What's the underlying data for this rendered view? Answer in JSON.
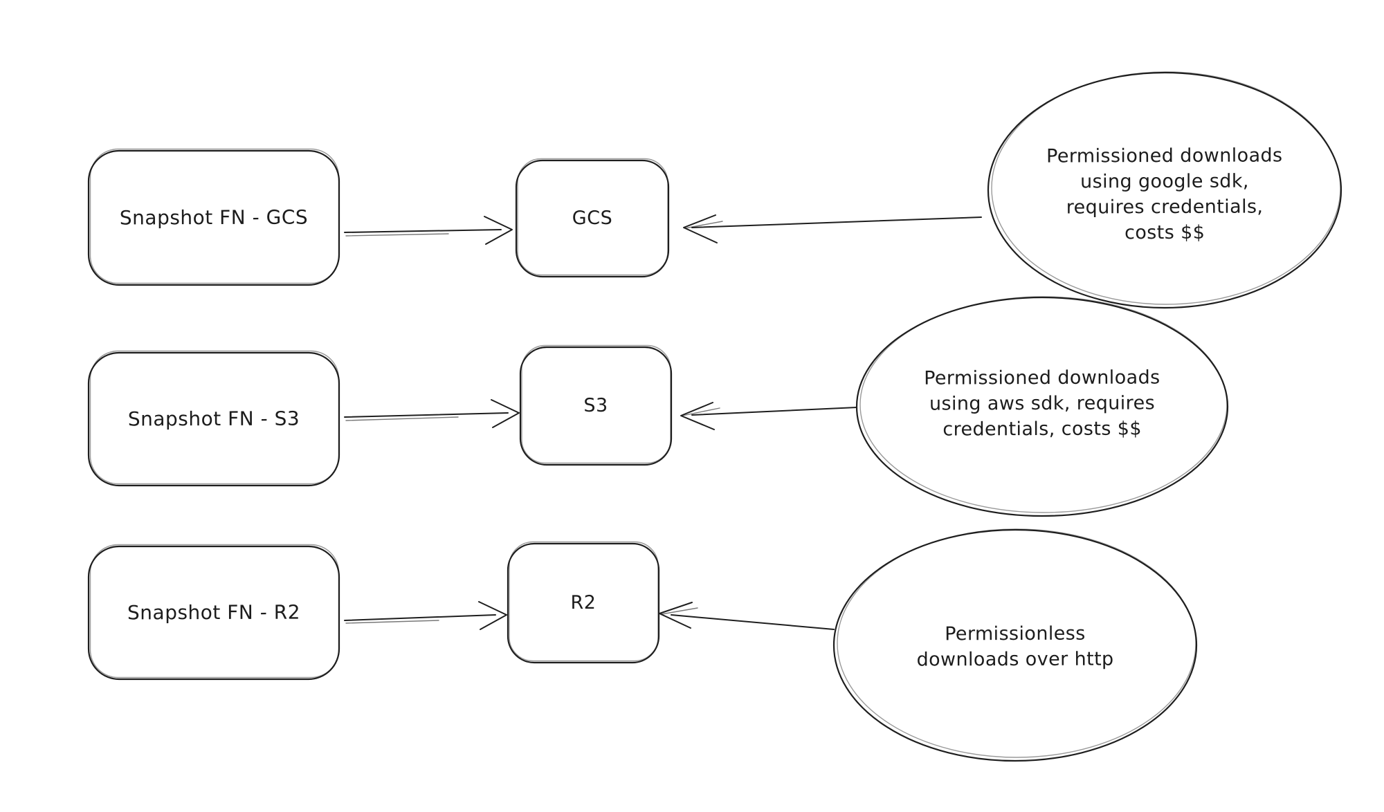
{
  "diagram": {
    "stroke_color": "#1e1e1e",
    "background_color": "#ffffff",
    "rows": [
      {
        "source_label": "Snapshot FN - GCS",
        "target_label": "GCS",
        "note_lines": [
          "Permissioned downloads",
          "using google sdk,",
          "requires credentials,",
          "costs $$"
        ]
      },
      {
        "source_label": "Snapshot FN - S3",
        "target_label": "S3",
        "note_lines": [
          "Permissioned downloads",
          "using aws sdk, requires",
          "credentials, costs $$"
        ]
      },
      {
        "source_label": "Snapshot FN - R2",
        "target_label": "R2",
        "note_lines": [
          "Permissionless",
          "downloads over http"
        ]
      }
    ]
  }
}
